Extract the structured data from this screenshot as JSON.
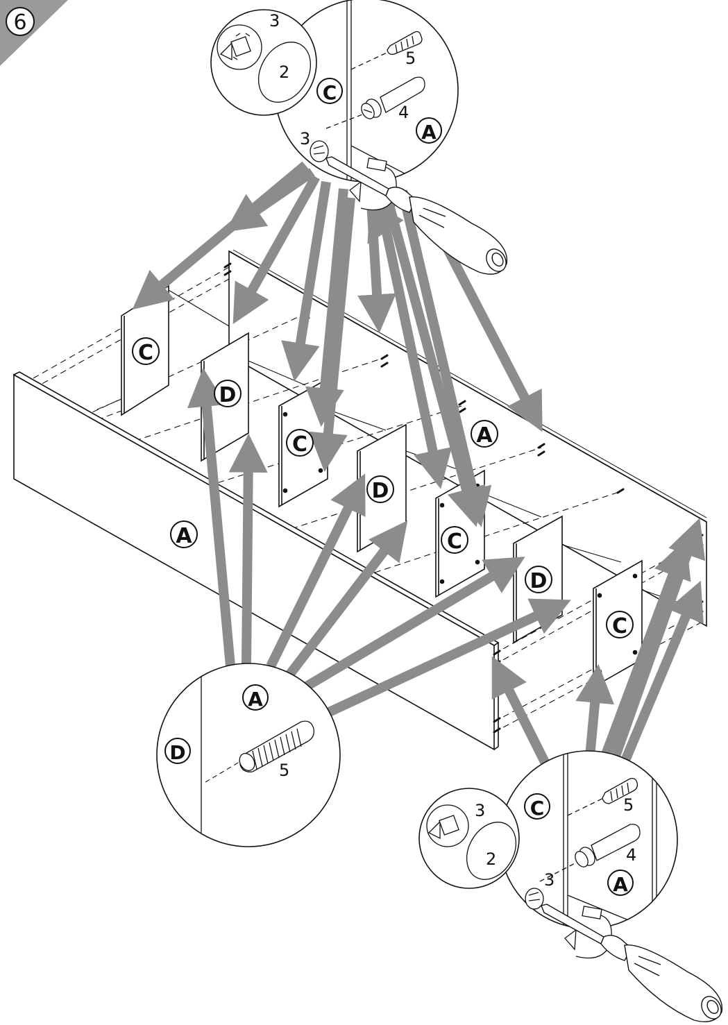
{
  "step": {
    "number": "6"
  },
  "colors": {
    "arrow": "#8c8c8c",
    "line": "#111111",
    "corner": "#9a9a9a",
    "paper": "#ffffff"
  },
  "icons": [
    "screwdriver-icon",
    "cam-lock-icon",
    "cam-bolt-icon",
    "dowel-icon",
    "rotation-arrow-icon",
    "step-corner-badge"
  ],
  "panel_labels": {
    "front_panel": "A",
    "back_panel": "A",
    "panel_1": "C",
    "panel_2": "D",
    "panel_3": "C",
    "panel_4": "D",
    "panel_5": "C",
    "panel_6": "D",
    "panel_7": "C"
  },
  "detail_top": {
    "panel_c": "C",
    "panel_a": "A",
    "part_dowel": "5",
    "part_bolt": "4",
    "part_cam": "3",
    "inset_cam": "3",
    "inset_hole": "2"
  },
  "detail_bottom_left": {
    "panel_a": "A",
    "panel_d": "D",
    "part_dowel": "5"
  },
  "detail_bottom_right": {
    "panel_c": "C",
    "panel_a": "A",
    "part_dowel": "5",
    "part_bolt": "4",
    "part_cam": "3",
    "inset_cam": "3",
    "inset_hole": "2"
  }
}
